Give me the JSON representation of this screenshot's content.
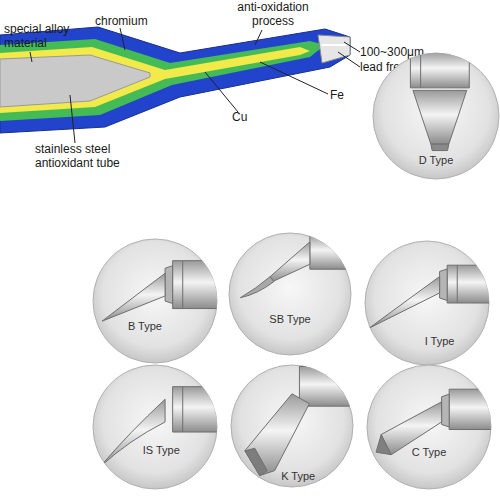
{
  "diagram": {
    "nodes": [
      {
        "text": [
          "D Type"
        ]
      },
      {
        "text": [
          "B Type"
        ]
      },
      {
        "text": [
          "SB Type"
        ]
      },
      {
        "text": [
          "I Type"
        ]
      },
      {
        "text": [
          "IS Type"
        ]
      },
      {
        "text": [
          "K Type"
        ]
      },
      {
        "text": [
          "C Type"
        ]
      }
    ],
    "labels": [
      "anti-oxidation process",
      "special alloy material",
      "chromium",
      "100~300μm",
      "lead free coating",
      "Fe",
      "Cu",
      "stainless steel antioxidant tube"
    ]
  }
}
